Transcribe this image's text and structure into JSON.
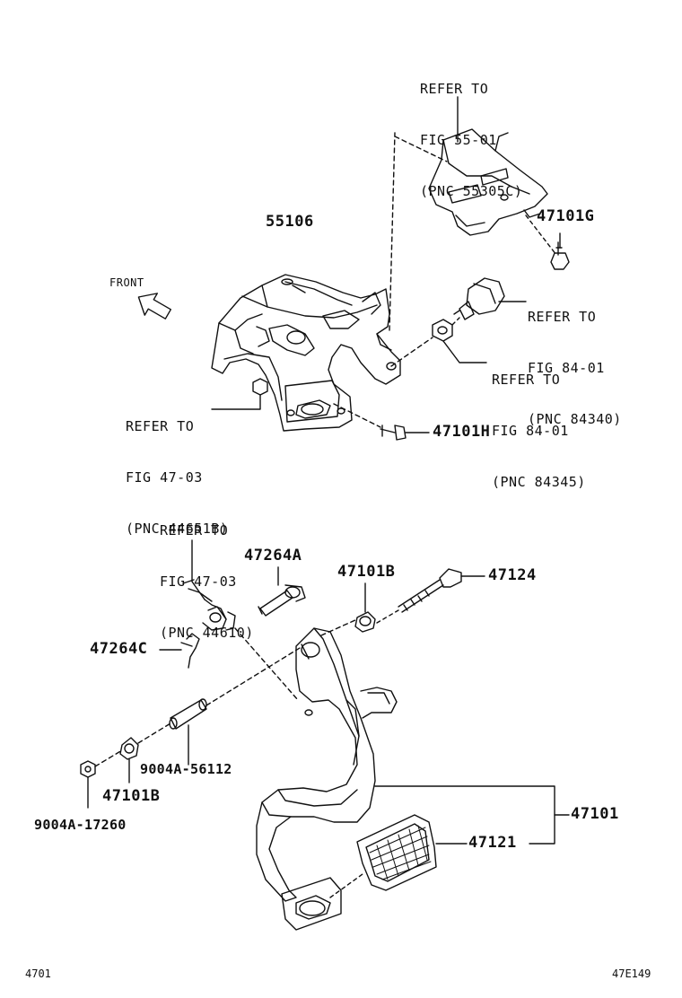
{
  "references": {
    "fig55": [
      "REFER TO",
      "FIG 55-01",
      "(PNC 55305C)"
    ],
    "fig84a": [
      "REFER TO",
      "FIG 84-01",
      "(PNC 84340)"
    ],
    "fig84b": [
      "REFER TO",
      "FIG 84-01",
      "(PNC 84345)"
    ],
    "fig47a": [
      "REFER TO",
      "FIG 47-03",
      "(PNC 44651B)"
    ],
    "fig47b": [
      "REFER TO",
      "FIG 47-03",
      "(PNC 44610)"
    ]
  },
  "parts": {
    "p55106": "55106",
    "p47101G": "47101G",
    "p47101H": "47101H",
    "p47264A": "47264A",
    "p47101B_top": "47101B",
    "p47124": "47124",
    "p47264C": "47264C",
    "p9004A56112": "9004A-56112",
    "p47101B_bottom": "47101B",
    "p9004A17260": "9004A-17260",
    "p47101": "47101",
    "p47121": "47121"
  },
  "front_label": "FRONT",
  "footer": {
    "left": "4701",
    "right": "47E149"
  }
}
